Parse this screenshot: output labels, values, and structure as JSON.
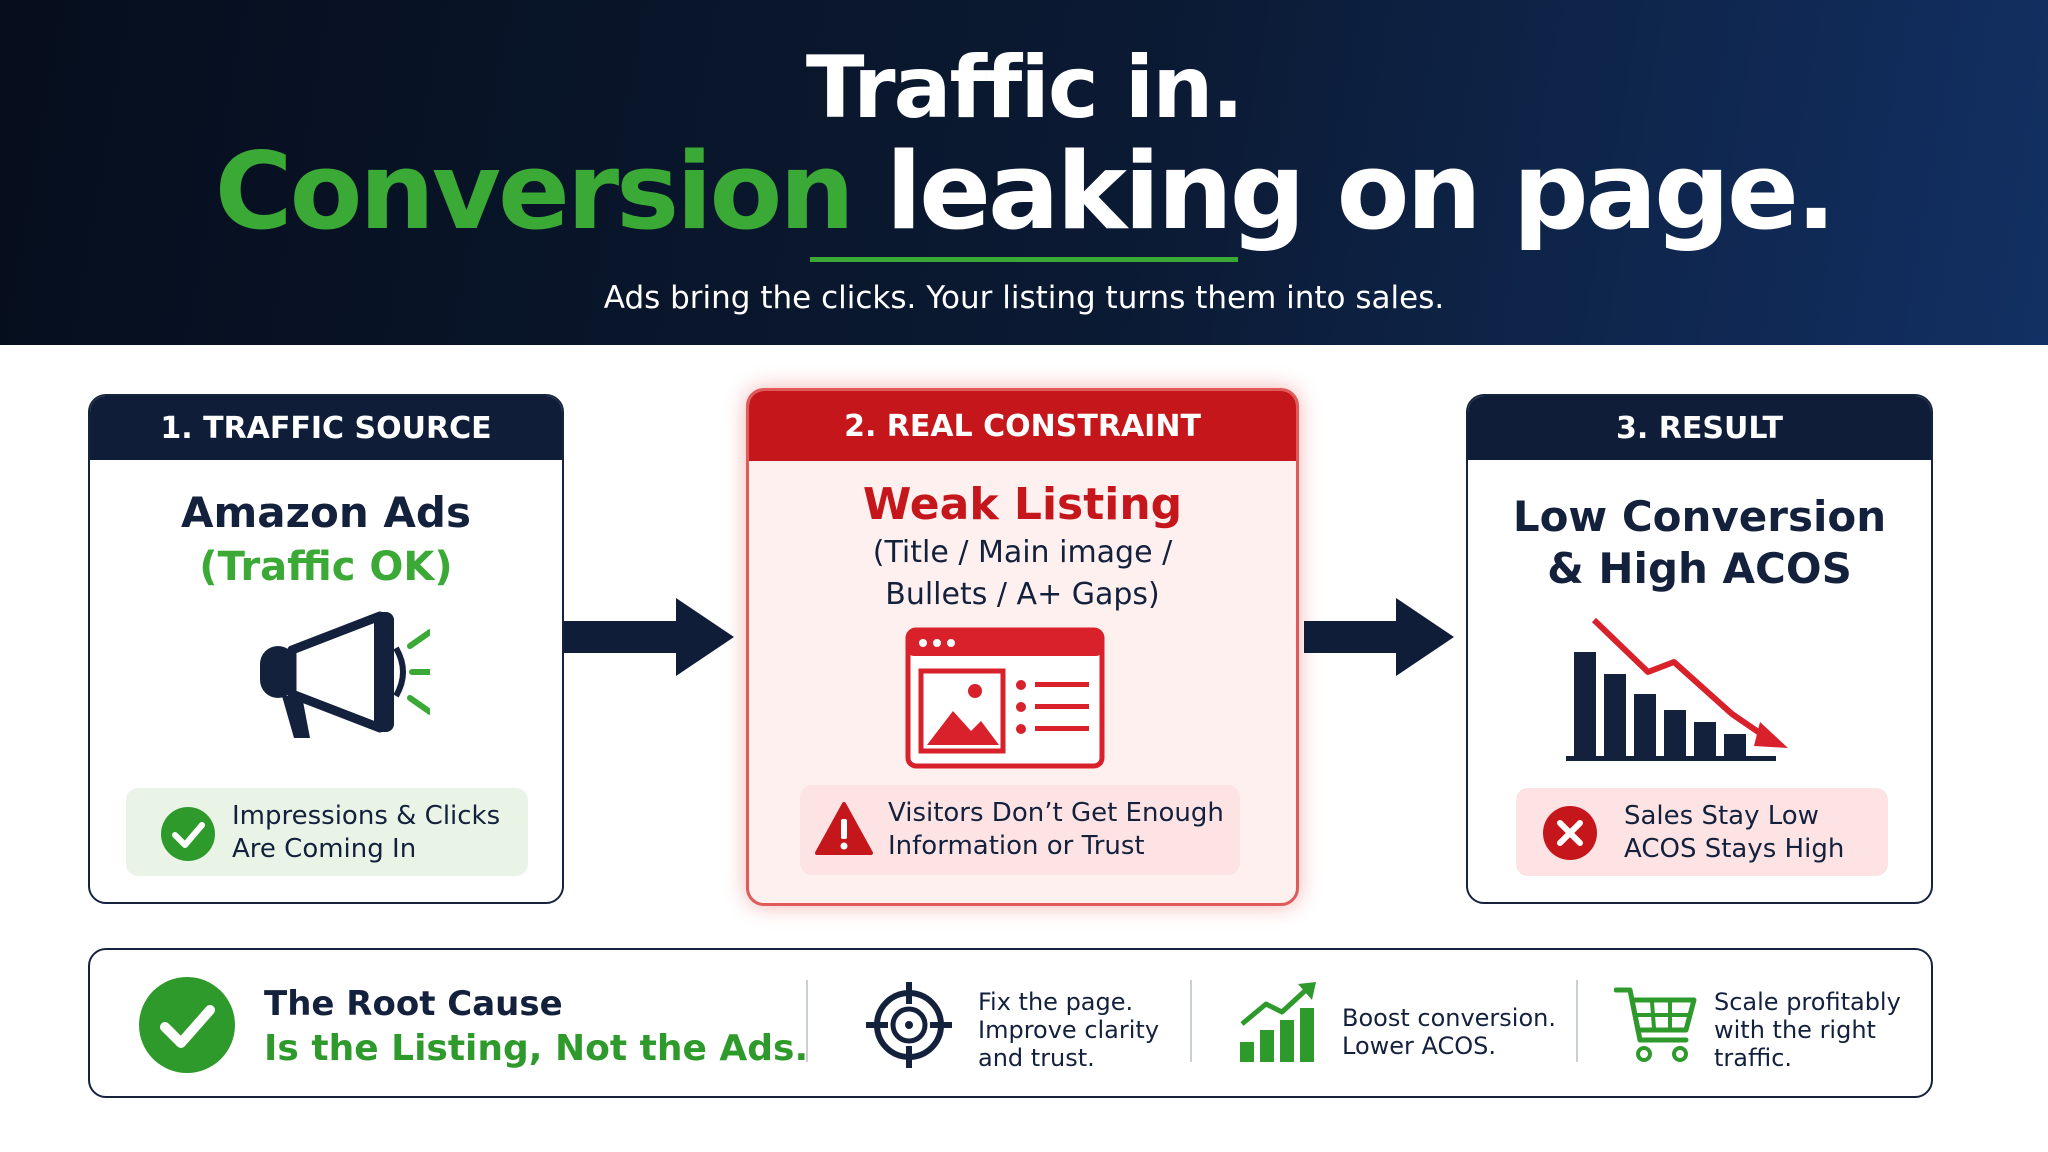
{
  "header": {
    "title_line1": "Traffic in.",
    "title_line2_highlight": "Conversion",
    "title_line2_rest": "leaking on page.",
    "subtitle": "Ads bring the clicks. Your listing turns them into sales."
  },
  "cards": [
    {
      "header": "1. TRAFFIC SOURCE",
      "title": "Amazon Ads",
      "subtitle": "(Traffic OK)",
      "icon": "megaphone-icon",
      "status_icon": "check-circle-icon",
      "status_line1": "Impressions & Clicks",
      "status_line2": "Are Coming In"
    },
    {
      "header": "2. REAL CONSTRAINT",
      "title": "Weak Listing",
      "detail_line1": "(Title / Main image /",
      "detail_line2": "Bullets / A+ Gaps)",
      "icon": "listing-page-icon",
      "status_icon": "warning-triangle-icon",
      "status_line1": "Visitors Don’t Get Enough",
      "status_line2": "Information or Trust"
    },
    {
      "header": "3. RESULT",
      "title_line1": "Low Conversion",
      "title_line2": "& High ACOS",
      "icon": "declining-bar-chart-icon",
      "status_icon": "x-circle-icon",
      "status_line1": "Sales Stay Low",
      "status_line2": "ACOS Stays High"
    }
  ],
  "bottom": {
    "root_title": "The Root Cause",
    "root_subtitle": "Is the Listing, Not the Ads.",
    "steps": [
      {
        "icon": "target-icon",
        "lines": [
          "Fix the page.",
          "Improve clarity",
          "and trust."
        ]
      },
      {
        "icon": "growth-chart-icon",
        "lines": [
          "Boost conversion.",
          "Lower ACOS."
        ]
      },
      {
        "icon": "shopping-cart-icon",
        "lines": [
          "Scale profitably",
          "with the right",
          "traffic."
        ]
      }
    ]
  },
  "colors": {
    "navy": "#0f1d38",
    "green": "#3aa935",
    "red": "#c5161b",
    "light_green": "#e9f4e7",
    "light_red": "#fde3e3"
  }
}
